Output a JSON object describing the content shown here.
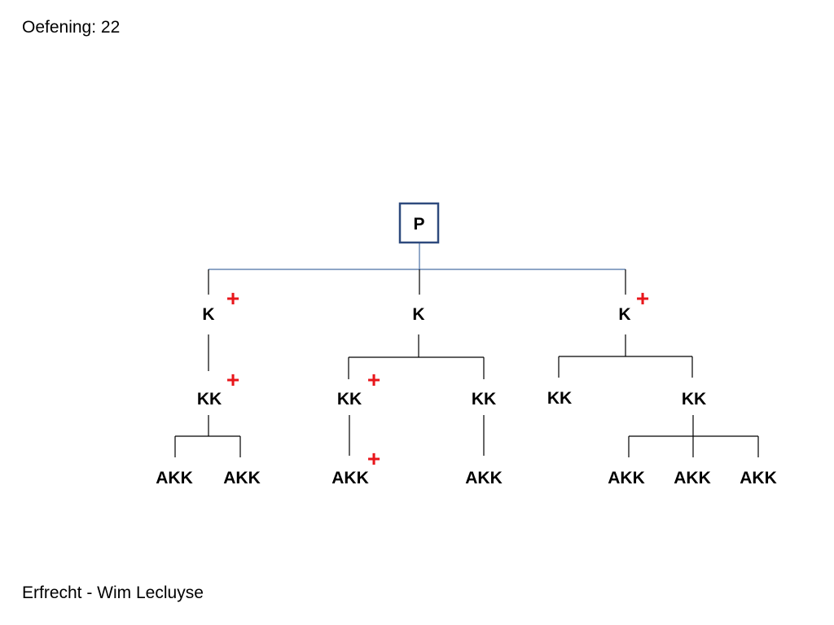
{
  "header": {
    "title": "Oefening: 22"
  },
  "footer": {
    "text": "Erfrecht - Wim Lecluyse"
  },
  "colors": {
    "box_border": "#2e4a7d",
    "root_line": "#4a6fa5",
    "line": "#000000",
    "plus": "#e8161b"
  },
  "tree": {
    "root": {
      "label": "P"
    },
    "nodes": [
      {
        "id": "k1",
        "label": "K",
        "marked": true
      },
      {
        "id": "k2",
        "label": "K",
        "marked": false
      },
      {
        "id": "k3",
        "label": "K",
        "marked": true
      },
      {
        "id": "kk1",
        "label": "KK",
        "marked": true
      },
      {
        "id": "kk2",
        "label": "KK",
        "marked": true
      },
      {
        "id": "kk3",
        "label": "KK",
        "marked": false
      },
      {
        "id": "kk4",
        "label": "KK",
        "marked": false
      },
      {
        "id": "kk5",
        "label": "KK",
        "marked": false
      },
      {
        "id": "akk1",
        "label": "AKK",
        "marked": false
      },
      {
        "id": "akk2",
        "label": "AKK",
        "marked": false
      },
      {
        "id": "akk3",
        "label": "AKK",
        "marked": true
      },
      {
        "id": "akk4",
        "label": "AKK",
        "marked": false
      },
      {
        "id": "akk5",
        "label": "AKK",
        "marked": false
      },
      {
        "id": "akk6",
        "label": "AKK",
        "marked": false
      },
      {
        "id": "akk7",
        "label": "AKK",
        "marked": false
      }
    ],
    "plus_symbol": "+"
  }
}
